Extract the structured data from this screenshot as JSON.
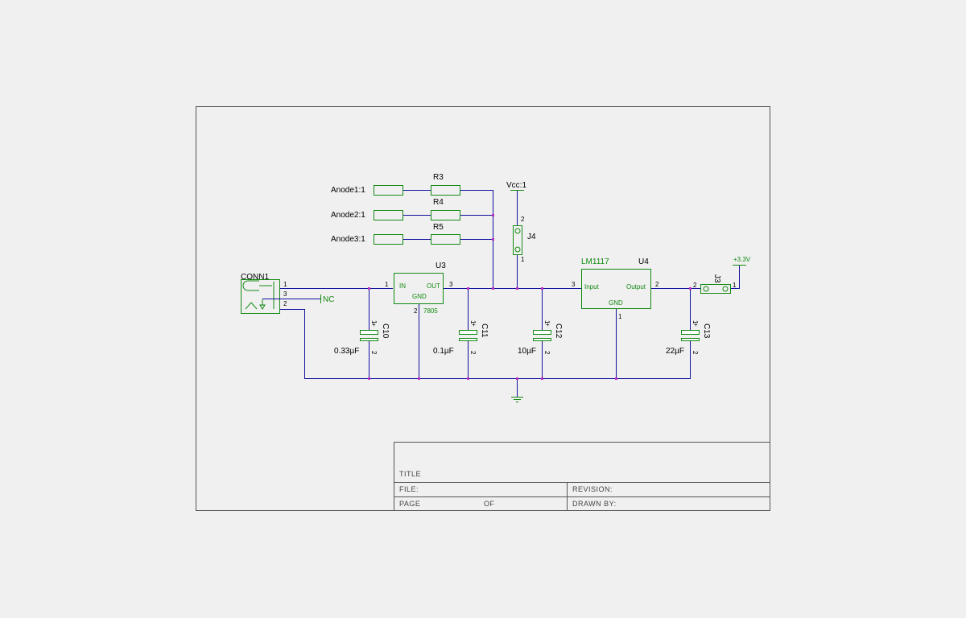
{
  "components": {
    "r3": "R3",
    "r4": "R4",
    "r5": "R5",
    "anode1": "Anode1:1",
    "anode2": "Anode2:1",
    "anode3": "Anode3:1",
    "vcc": "Vcc:1",
    "j4": "J4",
    "j3": "J3",
    "conn1": "CONN1",
    "nc": "NC",
    "u3": "U3",
    "u3_value": "7805",
    "u3_in": "IN",
    "u3_out": "OUT",
    "u3_gnd": "GND",
    "u4": "U4",
    "u4_value": "LM1117",
    "u4_input": "Input",
    "u4_output": "Output",
    "u4_gnd": "GND",
    "plus33": "+3.3V",
    "c10": "C10",
    "c11": "C11",
    "c12": "C12",
    "c13": "C13",
    "c10_value": "0.33µF",
    "c11_value": "0.1µF",
    "c12_value": "10µF",
    "c13_value": "22µF"
  },
  "pins": {
    "one": "1",
    "two": "2",
    "three": "3",
    "plus": "+"
  },
  "title_block": {
    "title": "TITLE",
    "file": "FILE:",
    "revision": "REVISION:",
    "page": "PAGE",
    "of": "OF",
    "drawn_by": "DRAWN BY:"
  },
  "colors": {
    "wire": "#1010a0",
    "part": "#128a12",
    "junction": "#c030c0",
    "background": "#f0f0f0"
  }
}
